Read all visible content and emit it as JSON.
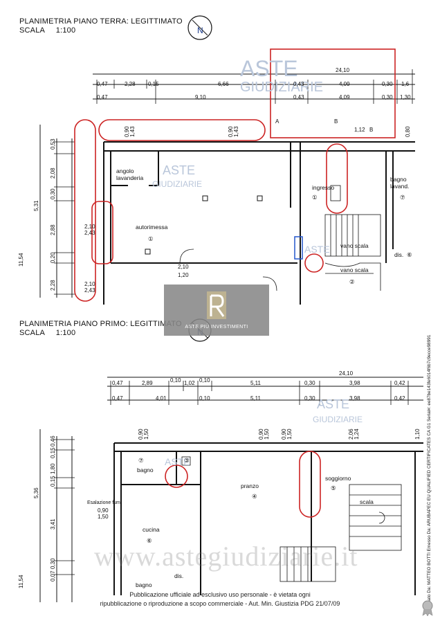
{
  "header": {
    "title_ground": "PLANIMETRIA PIANO TERRA: LEGITTIMATO",
    "scale_ground": "SCALA     1:100",
    "title_first": "PLANIMETRIA PIANO PRIMO: LEGITTIMATO",
    "scale_first": "SCALA     1:100",
    "north_label": "N"
  },
  "watermarks": {
    "aste": "ASTE",
    "giudiziarie": "GIUDIZIARIE",
    "logo_caption": "ASTE PIÙ INVESTIMENTI",
    "big": "www.astegiudiziarie.it"
  },
  "ground": {
    "dims_row1": [
      "0,47",
      "2,28",
      "0,15",
      "6,66",
      "0,43",
      "4,09",
      "0,30",
      "1,6"
    ],
    "dims_total": "24,10",
    "dims_row2": [
      "0,47",
      "9,10",
      "0,43",
      "4,09",
      "0,30",
      "1,30"
    ],
    "left_dims": [
      "0,53",
      "2,08",
      "0,30",
      "2,88",
      "0,20",
      "2,28"
    ],
    "left_total": "5,31",
    "outer_total": "11,54",
    "window_dims": [
      "0,90",
      "1,43",
      "0,90",
      "1,43",
      "0,80"
    ],
    "door_dims": [
      "2,10",
      "2,43",
      "2,10",
      "2,43",
      "1,20",
      "2,10"
    ],
    "section_marks": [
      "B",
      "A",
      "1,12",
      "B"
    ],
    "rooms": [
      {
        "name": "angolo",
        "sub": "lavanderia"
      },
      {
        "name": "autorimessa",
        "num": "①"
      },
      {
        "name": "ingresso",
        "num": "①"
      },
      {
        "name": "bagno",
        "sub": "lavand.",
        "num": "⑦"
      },
      {
        "name": "vano scala"
      },
      {
        "name": "vano scala",
        "num": "②"
      },
      {
        "name": "dis.",
        "num": "⑥"
      }
    ]
  },
  "first": {
    "dims_total": "24,10",
    "dims_row1": [
      "0,47",
      "2,89",
      "0,10",
      "1,02",
      "0,10",
      "5,11",
      "0,30",
      "3,98",
      "0,42"
    ],
    "dims_row2": [
      "0,47",
      "4,01",
      "0,10",
      "5,11",
      "0,30",
      "3,98",
      "0,42"
    ],
    "left_dims": [
      "0,46",
      "0,15",
      "1,80",
      "0,15",
      "3,41",
      "0,30",
      "0,07"
    ],
    "left_total": "5,36",
    "outer_total": "11,54",
    "window_dims": [
      "0,90",
      "1,50",
      "0,90",
      "1,50",
      "0,90",
      "1,50",
      "2,06",
      "1,24",
      "1,10"
    ],
    "misc_dims": [
      "0,90",
      "1,50"
    ],
    "rooms": [
      {
        "name": "bagno",
        "num": "⑦"
      },
      {
        "name": "pranzo",
        "num": "④"
      },
      {
        "name": "soggiorno",
        "num": "⑤"
      },
      {
        "name": "cucina",
        "num": "⑥"
      },
      {
        "name": "scala"
      },
      {
        "name": "dis."
      },
      {
        "name": "bagno"
      }
    ],
    "label_fumi": "Esalazione fumi",
    "marker_num": "③"
  },
  "footer": {
    "line1": "Pubblicazione ufficiale ad esclusivo uso personale - è vietata ogni",
    "line2": "ripubblicazione o riproduzione a scopo commerciale - Aut. Min. Giustizia PDG 21/07/09"
  },
  "signature": {
    "text": "Firmato Da: MATTEO BOTTI Emesso Da: ARUBAPEC EU QUALIFIED CERTIFICATES CA G1 Serial#: ee87be143fe6014f6b7c9ecce98991"
  },
  "colors": {
    "highlight": "#cc2222",
    "marker_blue": "#2255cc",
    "watermark": "#b9c6da"
  }
}
